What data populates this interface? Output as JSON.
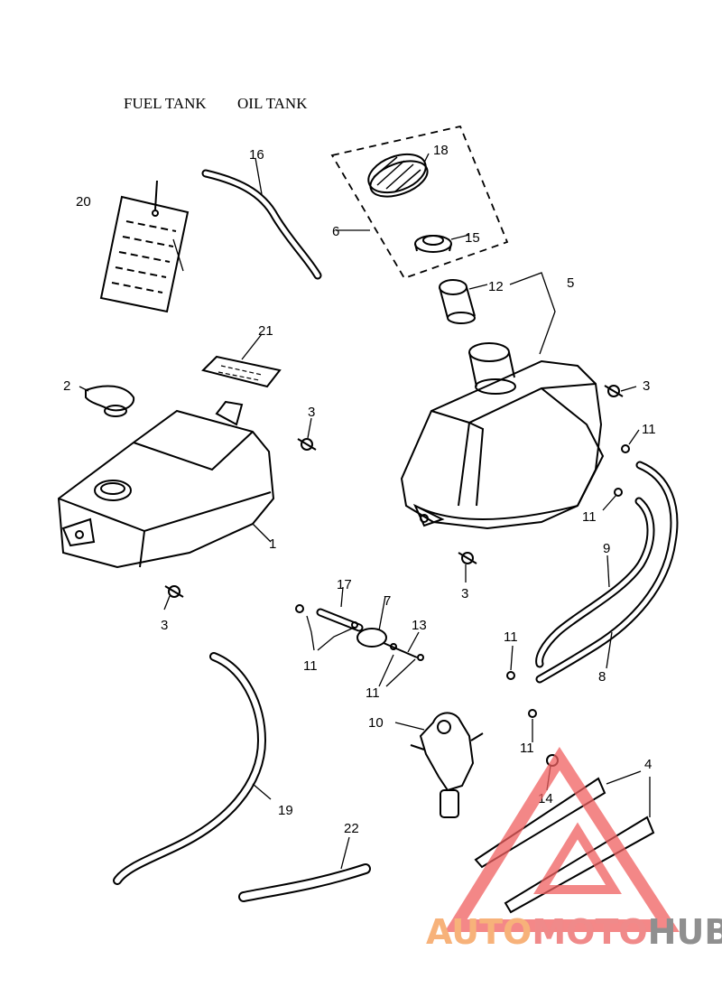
{
  "title": {
    "left": "FUEL TANK",
    "right": "OIL TANK"
  },
  "callouts": {
    "c1": "1",
    "c2": "2",
    "c3a": "3",
    "c3b": "3",
    "c3c": "3",
    "c3d": "3",
    "c4": "4",
    "c5": "5",
    "c6": "6",
    "c7": "7",
    "c8": "8",
    "c9": "9",
    "c10": "10",
    "c11a": "11",
    "c11b": "11",
    "c11c": "11",
    "c11d": "11",
    "c11e": "11",
    "c11f": "11",
    "c12": "12",
    "c13": "13",
    "c14": "14",
    "c15": "15",
    "c16": "16",
    "c17": "17",
    "c18": "18",
    "c19": "19",
    "c20": "20",
    "c21": "21",
    "c22": "22"
  },
  "watermark": {
    "part1": "AUTO",
    "part2": "MOTO",
    "part3": "HUB",
    "colors": {
      "auto": "#f7b27a",
      "moto": "#f08a8a",
      "hub": "#8f8f8f",
      "logo": "#f06060"
    }
  }
}
